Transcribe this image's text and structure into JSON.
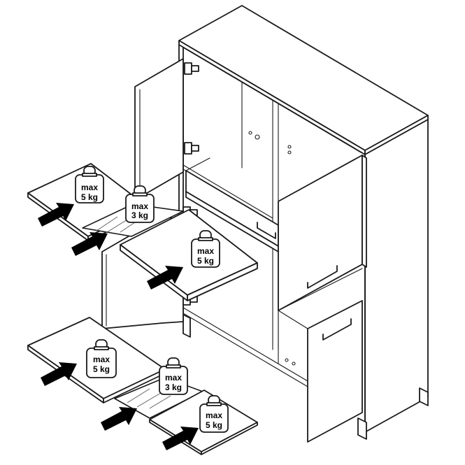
{
  "colors": {
    "line": "#1a1a1a",
    "arrow": "#000000",
    "background": "#ffffff"
  },
  "icons": [
    "weight-icon",
    "insert-arrow-icon",
    "hinge-icon",
    "handle-icon"
  ],
  "labels": {
    "w1": {
      "max": "max",
      "load": "5 kg"
    },
    "w2": {
      "max": "max",
      "load": "3 kg"
    },
    "w3": {
      "max": "max",
      "load": "5 kg"
    },
    "w4": {
      "max": "max",
      "load": "5 kg"
    },
    "w5": {
      "max": "max",
      "load": "3 kg"
    },
    "w6": {
      "max": "max",
      "load": "5 kg"
    }
  }
}
